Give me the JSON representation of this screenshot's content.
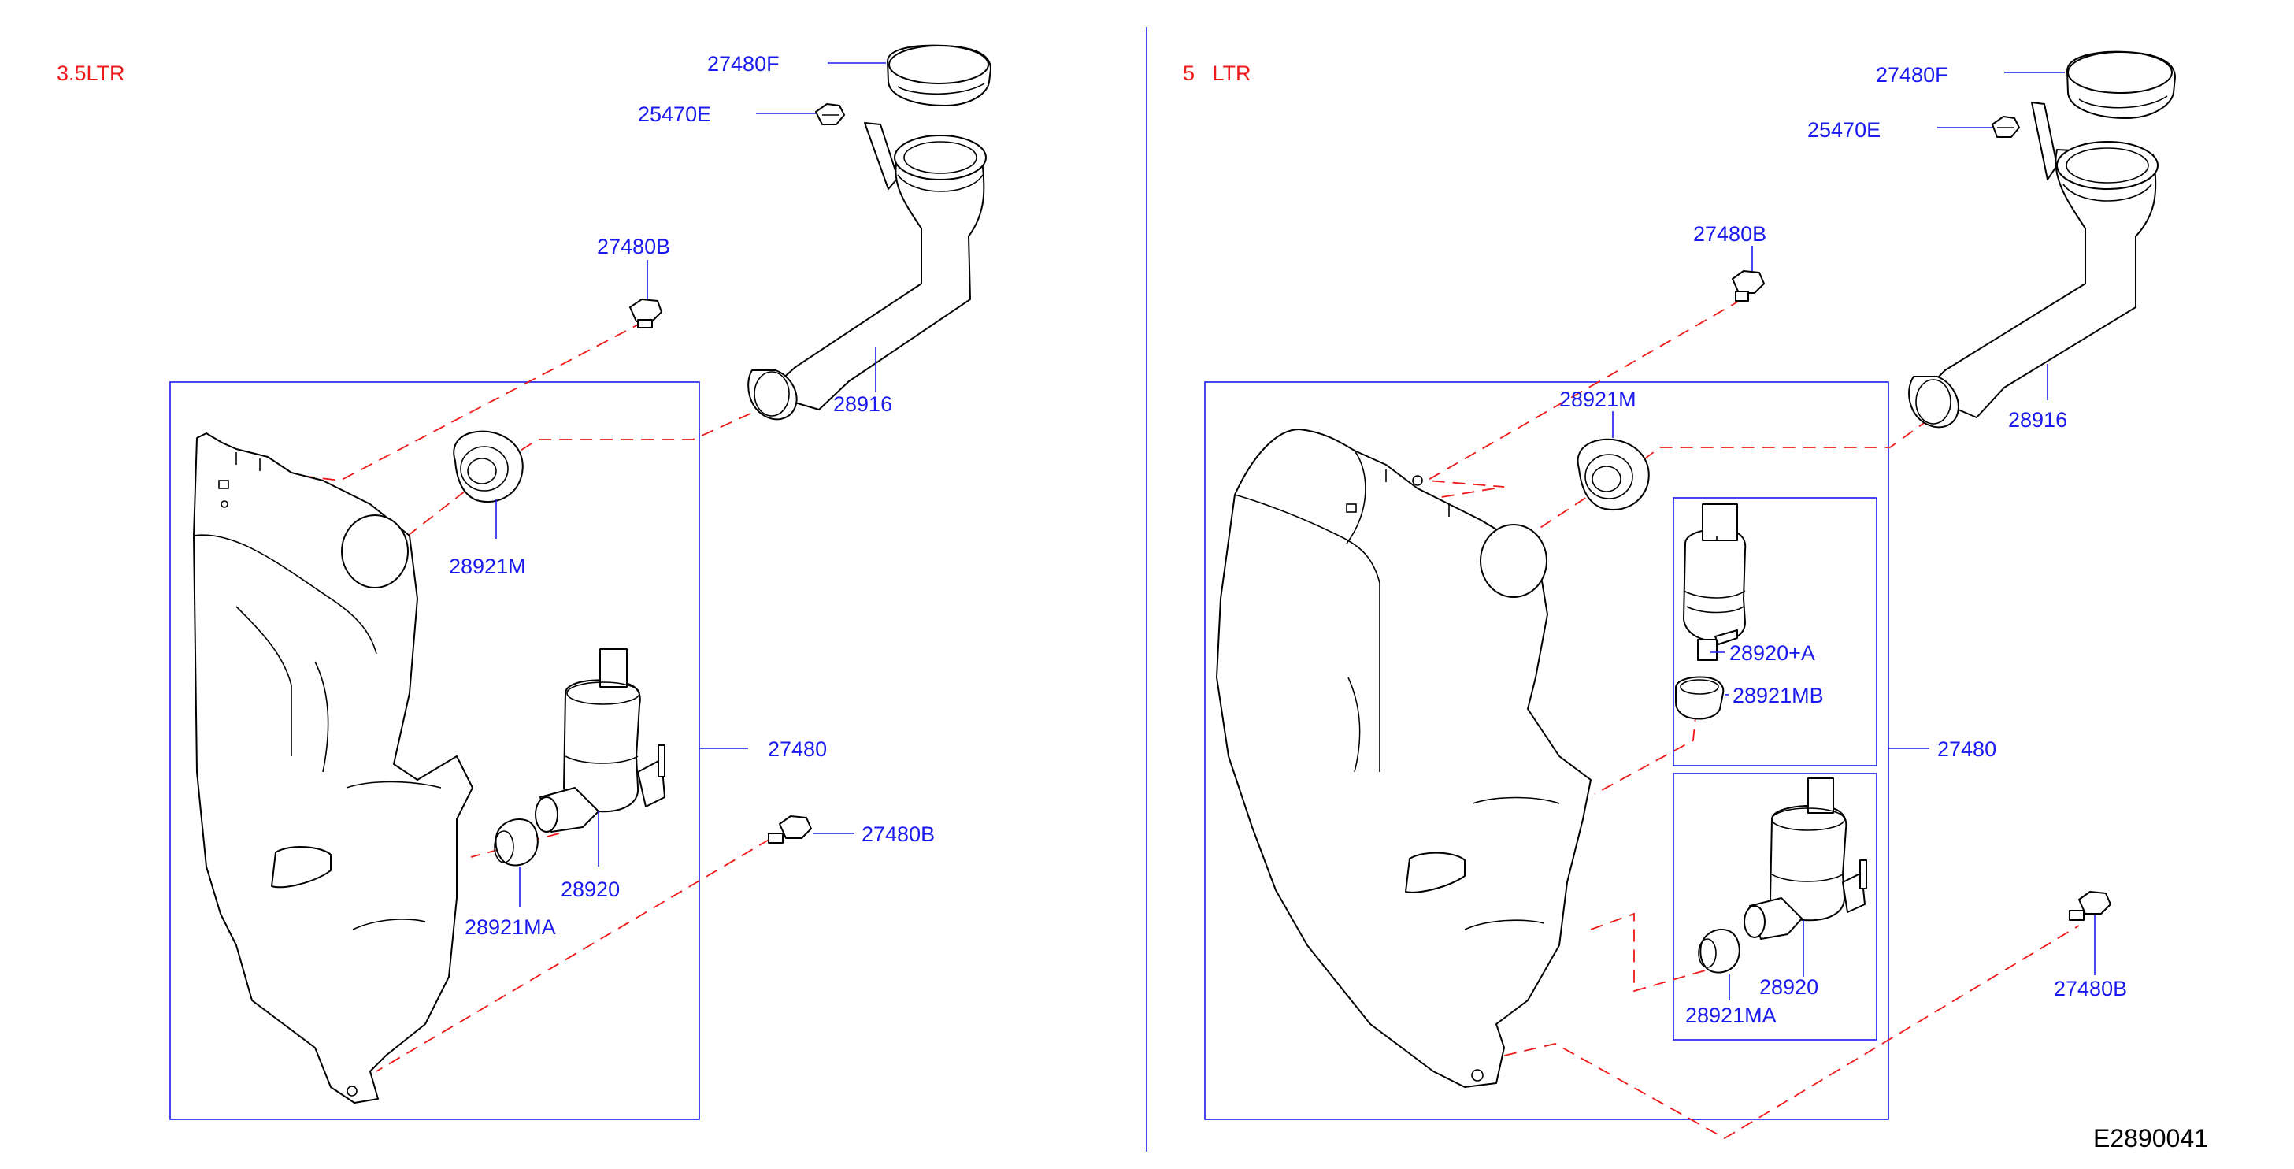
{
  "left_panel": {
    "header": "3.5LTR",
    "labels": {
      "cap": "27480F",
      "bolt_top": "25470E",
      "clip_top": "27480B",
      "filler_pipe": "28916",
      "grommet_pipe": "28921M",
      "tank": "27480",
      "pump": "28920",
      "grommet_pump": "28921MA",
      "clip_bottom": "27480B"
    }
  },
  "right_panel": {
    "header": "5   LTR",
    "labels": {
      "cap": "27480F",
      "bolt_top": "25470E",
      "clip_top": "27480B",
      "grommet_pipe": "28921M",
      "filler_pipe": "28916",
      "pump_a": "28920+A",
      "grommet_pump_b": "28921MB",
      "tank": "27480",
      "pump": "28920",
      "grommet_pump": "28921MA",
      "clip_bottom": "27480B"
    }
  },
  "diagram_code": "E2890041",
  "colors": {
    "label": "#1a1aee",
    "header": "#ee1a1a",
    "dashed_line": "#ee1a1a",
    "outline": "#000000",
    "frame": "#1a1aee"
  }
}
